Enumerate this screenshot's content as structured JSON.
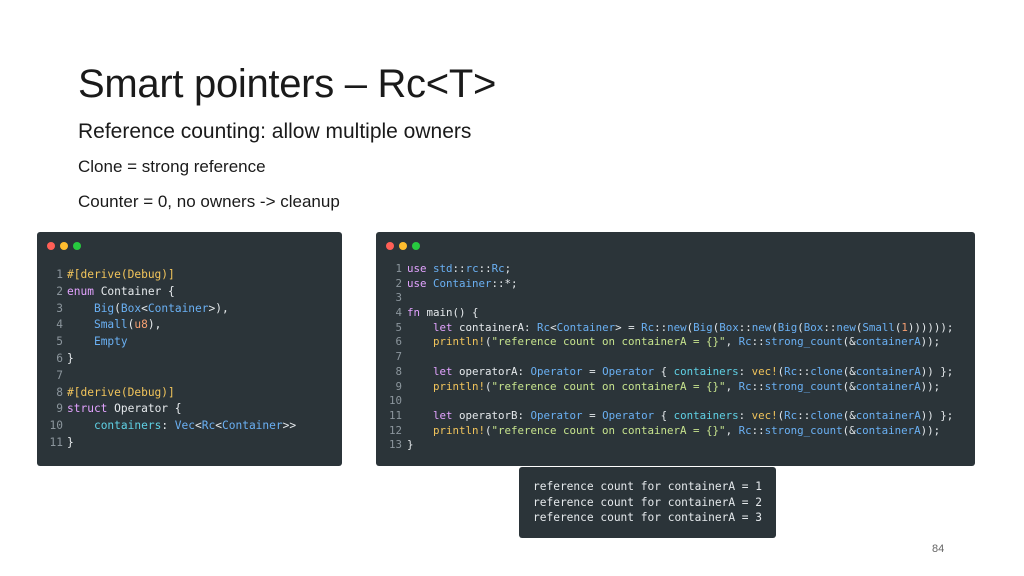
{
  "slide": {
    "title": "Smart pointers – Rc<T>",
    "subtitle": "Reference counting: allow multiple owners",
    "bullet1": "Clone = strong reference",
    "bullet2": "Counter =  0, no owners -> cleanup",
    "page_number": "84"
  },
  "code1": {
    "lines": [
      {
        "n": "1",
        "tokens": [
          [
            "mc",
            "#[derive(Debug)]"
          ]
        ]
      },
      {
        "n": "2",
        "tokens": [
          [
            "kw",
            "enum"
          ],
          [
            "",
            " Container {"
          ]
        ]
      },
      {
        "n": "3",
        "tokens": [
          [
            "",
            "    "
          ],
          [
            "ty",
            "Big"
          ],
          [
            "",
            "("
          ],
          [
            "ty",
            "Box"
          ],
          [
            "",
            "<"
          ],
          [
            "ty",
            "Container"
          ],
          [
            "",
            ">),"
          ]
        ]
      },
      {
        "n": "4",
        "tokens": [
          [
            "",
            "    "
          ],
          [
            "ty",
            "Small"
          ],
          [
            "",
            "("
          ],
          [
            "nu",
            "u8"
          ],
          [
            "",
            "),"
          ]
        ]
      },
      {
        "n": "5",
        "tokens": [
          [
            "",
            "    "
          ],
          [
            "ty",
            "Empty"
          ]
        ]
      },
      {
        "n": "6",
        "tokens": [
          [
            "",
            "}"
          ]
        ]
      },
      {
        "n": "7",
        "tokens": []
      },
      {
        "n": "8",
        "tokens": [
          [
            "mc",
            "#[derive(Debug)]"
          ]
        ]
      },
      {
        "n": "9",
        "tokens": [
          [
            "kw",
            "struct"
          ],
          [
            "",
            " Operator {"
          ]
        ]
      },
      {
        "n": "10",
        "tokens": [
          [
            "",
            "    "
          ],
          [
            "fd",
            "containers"
          ],
          [
            "",
            ": "
          ],
          [
            "ty",
            "Vec"
          ],
          [
            "",
            "<"
          ],
          [
            "ty",
            "Rc"
          ],
          [
            "",
            "<"
          ],
          [
            "ty",
            "Container"
          ],
          [
            "",
            ">>"
          ]
        ]
      },
      {
        "n": "11",
        "tokens": [
          [
            "",
            "}"
          ]
        ]
      }
    ]
  },
  "code2": {
    "lines": [
      {
        "n": "1",
        "tokens": [
          [
            "kw",
            "use"
          ],
          [
            "",
            " "
          ],
          [
            "ty",
            "std"
          ],
          [
            "",
            "::"
          ],
          [
            "ty",
            "rc"
          ],
          [
            "",
            "::"
          ],
          [
            "ty",
            "Rc"
          ],
          [
            "",
            ";"
          ]
        ]
      },
      {
        "n": "2",
        "tokens": [
          [
            "kw",
            "use"
          ],
          [
            "",
            " "
          ],
          [
            "ty",
            "Container"
          ],
          [
            "",
            "::*;"
          ]
        ]
      },
      {
        "n": "3",
        "tokens": []
      },
      {
        "n": "4",
        "tokens": [
          [
            "kw",
            "fn"
          ],
          [
            "",
            " main() {"
          ]
        ]
      },
      {
        "n": "5",
        "tokens": [
          [
            "",
            "    "
          ],
          [
            "kw",
            "let"
          ],
          [
            "",
            " containerA: "
          ],
          [
            "ty",
            "Rc"
          ],
          [
            "",
            "<"
          ],
          [
            "ty",
            "Container"
          ],
          [
            "",
            "> = "
          ],
          [
            "ty",
            "Rc"
          ],
          [
            "",
            "::"
          ],
          [
            "ty",
            "new"
          ],
          [
            "",
            "("
          ],
          [
            "ty",
            "Big"
          ],
          [
            "",
            "("
          ],
          [
            "ty",
            "Box"
          ],
          [
            "",
            "::"
          ],
          [
            "ty",
            "new"
          ],
          [
            "",
            "("
          ],
          [
            "ty",
            "Big"
          ],
          [
            "",
            "("
          ],
          [
            "ty",
            "Box"
          ],
          [
            "",
            "::"
          ],
          [
            "ty",
            "new"
          ],
          [
            "",
            "("
          ],
          [
            "ty",
            "Small"
          ],
          [
            "",
            "("
          ],
          [
            "nu",
            "1"
          ],
          [
            "",
            "))))));"
          ]
        ]
      },
      {
        "n": "6",
        "tokens": [
          [
            "",
            "    "
          ],
          [
            "mc",
            "println!"
          ],
          [
            "",
            "("
          ],
          [
            "st",
            "\"reference count on containerA = {}\""
          ],
          [
            "",
            ", "
          ],
          [
            "ty",
            "Rc"
          ],
          [
            "",
            "::"
          ],
          [
            "ty",
            "strong_count"
          ],
          [
            "",
            "(&"
          ],
          [
            "ty",
            "containerA"
          ],
          [
            "",
            "));"
          ]
        ]
      },
      {
        "n": "7",
        "tokens": []
      },
      {
        "n": "8",
        "tokens": [
          [
            "",
            "    "
          ],
          [
            "kw",
            "let"
          ],
          [
            "",
            " operatorA: "
          ],
          [
            "ty",
            "Operator"
          ],
          [
            "",
            " = "
          ],
          [
            "ty",
            "Operator"
          ],
          [
            "",
            " { "
          ],
          [
            "fd",
            "containers"
          ],
          [
            "",
            ": "
          ],
          [
            "mc",
            "vec!"
          ],
          [
            "",
            "("
          ],
          [
            "ty",
            "Rc"
          ],
          [
            "",
            "::"
          ],
          [
            "ty",
            "clone"
          ],
          [
            "",
            "(&"
          ],
          [
            "ty",
            "containerA"
          ],
          [
            "",
            ")) };"
          ]
        ]
      },
      {
        "n": "9",
        "tokens": [
          [
            "",
            "    "
          ],
          [
            "mc",
            "println!"
          ],
          [
            "",
            "("
          ],
          [
            "st",
            "\"reference count on containerA = {}\""
          ],
          [
            "",
            ", "
          ],
          [
            "ty",
            "Rc"
          ],
          [
            "",
            "::"
          ],
          [
            "ty",
            "strong_count"
          ],
          [
            "",
            "(&"
          ],
          [
            "ty",
            "containerA"
          ],
          [
            "",
            "));"
          ]
        ]
      },
      {
        "n": "10",
        "tokens": []
      },
      {
        "n": "11",
        "tokens": [
          [
            "",
            "    "
          ],
          [
            "kw",
            "let"
          ],
          [
            "",
            " operatorB: "
          ],
          [
            "ty",
            "Operator"
          ],
          [
            "",
            " = "
          ],
          [
            "ty",
            "Operator"
          ],
          [
            "",
            " { "
          ],
          [
            "fd",
            "containers"
          ],
          [
            "",
            ": "
          ],
          [
            "mc",
            "vec!"
          ],
          [
            "",
            "("
          ],
          [
            "ty",
            "Rc"
          ],
          [
            "",
            "::"
          ],
          [
            "ty",
            "clone"
          ],
          [
            "",
            "(&"
          ],
          [
            "ty",
            "containerA"
          ],
          [
            "",
            ")) };"
          ]
        ]
      },
      {
        "n": "12",
        "tokens": [
          [
            "",
            "    "
          ],
          [
            "mc",
            "println!"
          ],
          [
            "",
            "("
          ],
          [
            "st",
            "\"reference count on containerA = {}\""
          ],
          [
            "",
            ", "
          ],
          [
            "ty",
            "Rc"
          ],
          [
            "",
            "::"
          ],
          [
            "ty",
            "strong_count"
          ],
          [
            "",
            "(&"
          ],
          [
            "ty",
            "containerA"
          ],
          [
            "",
            "));"
          ]
        ]
      },
      {
        "n": "13",
        "tokens": [
          [
            "",
            "}"
          ]
        ]
      }
    ]
  },
  "output": {
    "lines": [
      "reference count for containerA = 1",
      "reference count for containerA = 2",
      "reference count for containerA = 3"
    ]
  }
}
